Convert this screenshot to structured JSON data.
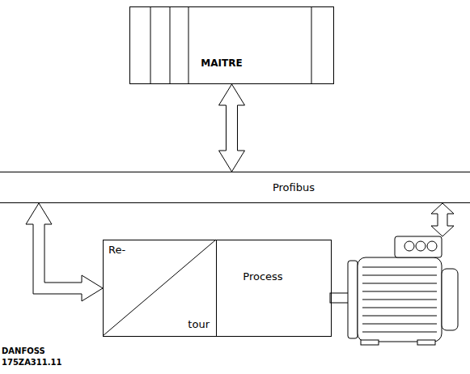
{
  "diagram": {
    "nodes": [
      {
        "text": [
          "MAITRE"
        ]
      },
      {
        "text": [
          "Profibus"
        ]
      },
      {
        "text": [
          "Re-",
          "tour"
        ]
      },
      {
        "text": [
          "Process"
        ]
      }
    ],
    "edges": [
      {
        "from": 0,
        "to": 1,
        "arrow": "both"
      },
      {
        "from": 1,
        "to": 2,
        "arrow": "both"
      }
    ],
    "labels": [
      "DANFOSS",
      "175ZA311.11"
    ]
  }
}
